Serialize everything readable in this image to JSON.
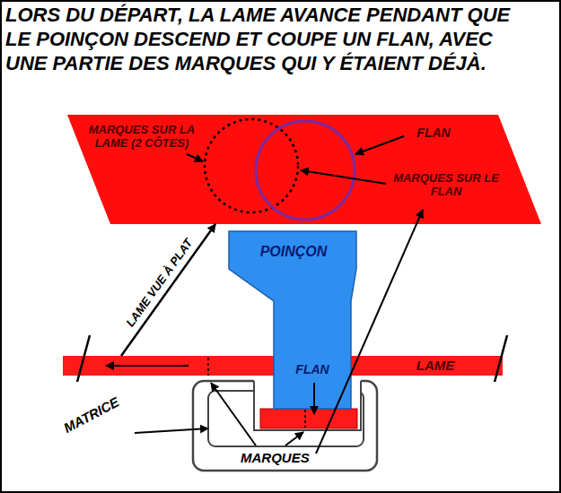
{
  "diagram": {
    "title": "LORS DU DÉPART, LA LAME AVANCE PENDANT QUE LE POINÇON DESCEND ET COUPE UN FLAN, AVEC UNE PARTIE DES MARQUES QUI Y ÉTAIENT DÉJÀ.",
    "nodes": [
      {
        "text": [
          "MARQUES SUR LA LAME (2 CÔTES)",
          "FLAN",
          "MARQUES SUR LE FLAN"
        ]
      },
      {
        "text": [
          "POINÇON",
          "FLAN"
        ]
      },
      {
        "text": [
          "LAME"
        ]
      }
    ],
    "edges": [
      {
        "from": 2,
        "to": 0,
        "arrow": "to",
        "label": "LAME VUE À PLAT"
      }
    ],
    "labels": [
      "MATRICE",
      "MARQUES"
    ]
  }
}
